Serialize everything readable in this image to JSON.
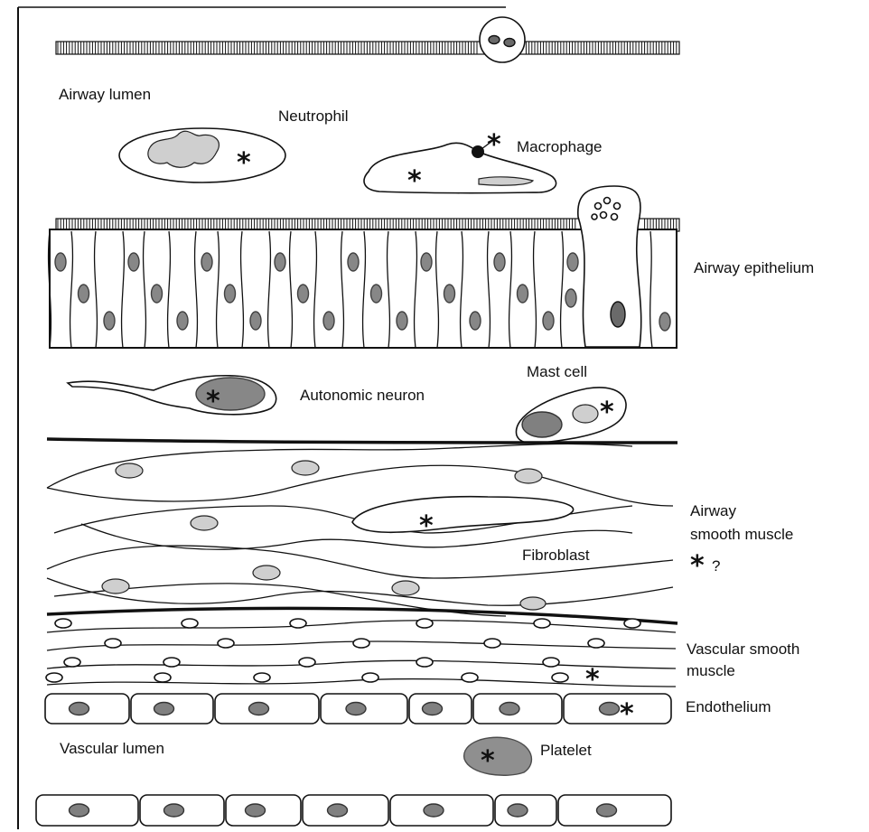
{
  "labels": {
    "airway_lumen": "Airway lumen",
    "neutrophil": "Neutrophil",
    "macrophage": "Macrophage",
    "airway_epithelium": "Airway epithelium",
    "autonomic_neuron": "Autonomic neuron",
    "mast_cell": "Mast cell",
    "airway_smooth_muscle_1": "Airway",
    "airway_smooth_muscle_2": "smooth muscle",
    "fibroblast": "Fibroblast",
    "question_mark": "?",
    "vascular_smooth_muscle_1": "Vascular smooth",
    "vascular_smooth_muscle_2": "muscle",
    "endothelium": "Endothelium",
    "vascular_lumen": "Vascular lumen",
    "platelet": "Platelet"
  },
  "asterisk": "*"
}
